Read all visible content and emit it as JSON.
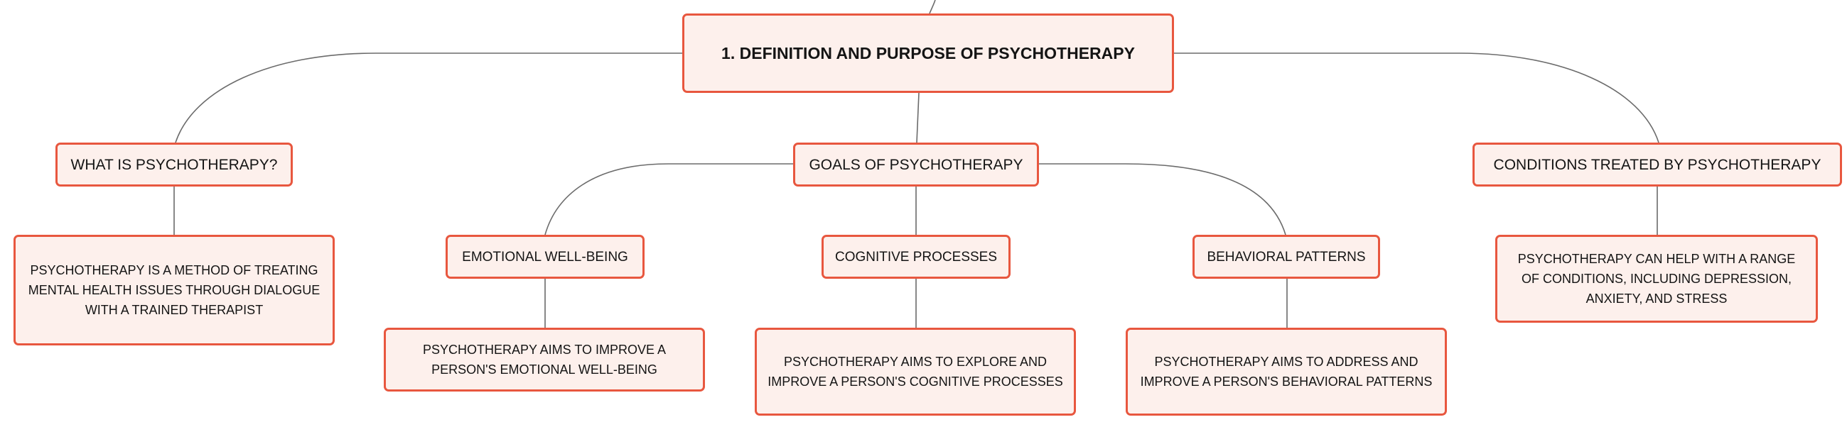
{
  "colors": {
    "node_border": "#e8573f",
    "node_fill": "#fdf0ec",
    "connector": "#6b6b6b",
    "text": "#141414"
  },
  "mindmap": {
    "root": {
      "label": "1. DEFINITION AND PURPOSE OF PSYCHOTHERAPY"
    },
    "what_is": {
      "label": "WHAT IS PSYCHOTHERAPY?",
      "detail": "PSYCHOTHERAPY IS A METHOD OF TREATING MENTAL HEALTH ISSUES THROUGH DIALOGUE WITH A TRAINED THERAPIST"
    },
    "goals": {
      "label": "GOALS OF PSYCHOTHERAPY",
      "emotional": {
        "label": "EMOTIONAL WELL-BEING",
        "detail": "PSYCHOTHERAPY AIMS TO IMPROVE A PERSON'S EMOTIONAL WELL-BEING"
      },
      "cognitive": {
        "label": "COGNITIVE PROCESSES",
        "detail": "PSYCHOTHERAPY AIMS TO EXPLORE AND IMPROVE A PERSON'S COGNITIVE PROCESSES"
      },
      "behavioral": {
        "label": "BEHAVIORAL PATTERNS",
        "detail": "PSYCHOTHERAPY AIMS TO ADDRESS AND IMPROVE A PERSON'S BEHAVIORAL PATTERNS"
      }
    },
    "conditions": {
      "label": "CONDITIONS TREATED BY PSYCHOTHERAPY",
      "detail": "PSYCHOTHERAPY CAN HELP WITH A RANGE OF CONDITIONS, INCLUDING DEPRESSION, ANXIETY, AND STRESS"
    }
  }
}
